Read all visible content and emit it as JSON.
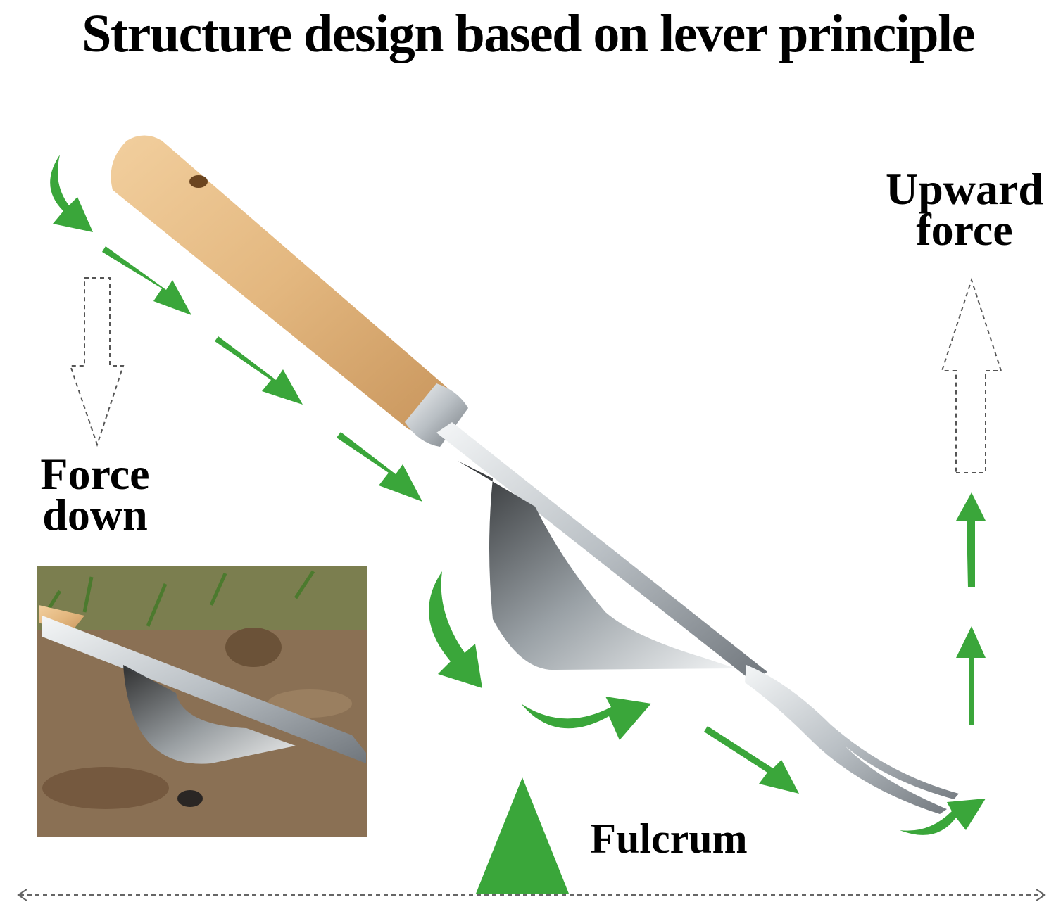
{
  "title": "Structure design based on lever principle",
  "labels": {
    "upward": "Upward force",
    "down": "Force down",
    "fulcrum": "Fulcrum"
  },
  "colors": {
    "arrow_green": "#3aa63a",
    "wood": "#e6bd88",
    "steel": "#cfd4d8",
    "soil": "#7a6248"
  }
}
